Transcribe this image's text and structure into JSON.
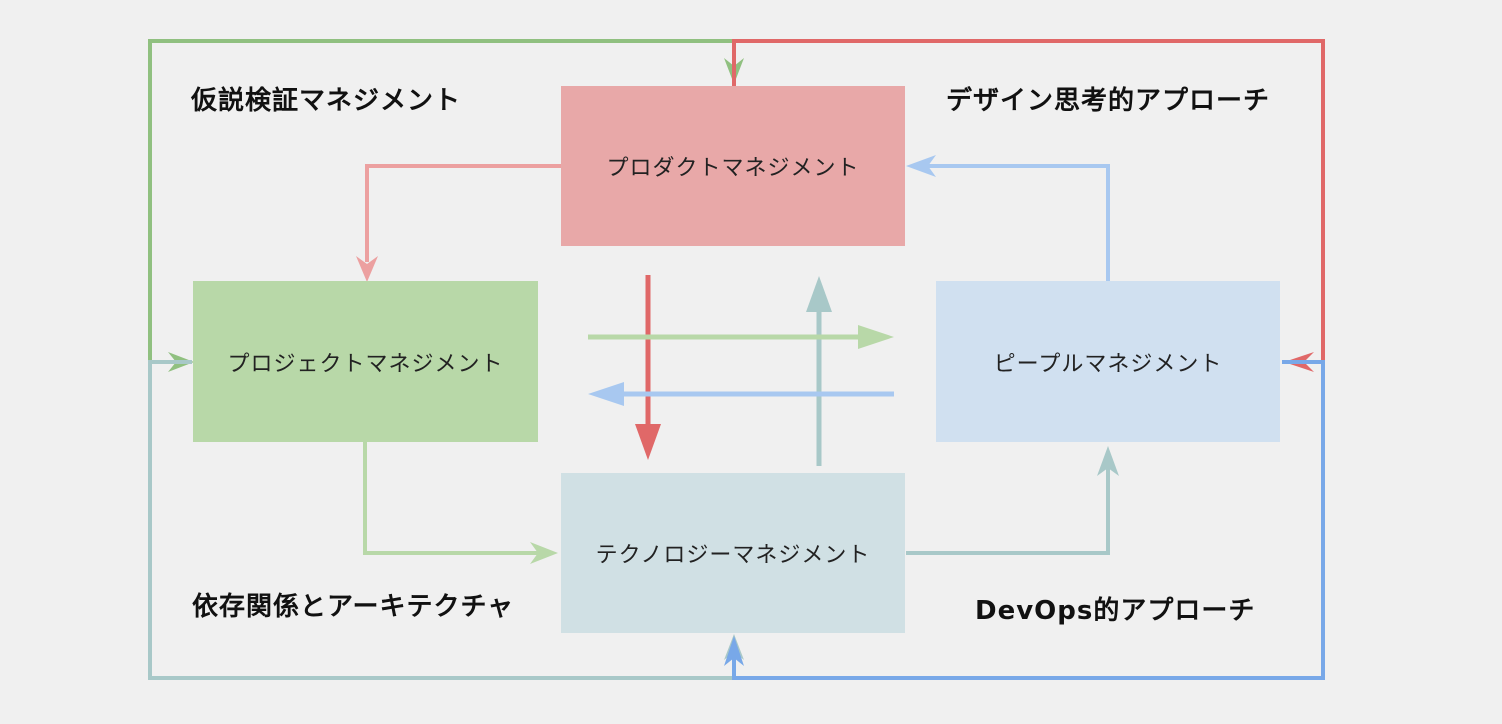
{
  "nodes": {
    "product": {
      "label": "プロダクトマネジメント",
      "color": "#e8a8a8"
    },
    "project": {
      "label": "プロジェクトマネジメント",
      "color": "#b8d8a8"
    },
    "people": {
      "label": "ピープルマネジメント",
      "color": "#d0e0f0"
    },
    "technology": {
      "label": "テクノロジーマネジメント",
      "color": "#d0e0e4"
    }
  },
  "corners": {
    "top_left": "仮説検証マネジメント",
    "top_right": "デザイン思考的アプローチ",
    "bottom_left": "依存関係とアーキテクチャ",
    "bottom_right": "DevOps的アプローチ"
  },
  "colors": {
    "green": "#90c080",
    "red": "#e06868",
    "teal": "#a8c8c8",
    "blue": "#78a8e8",
    "pink": "#eca0a0",
    "light_blue": "#a8c8f0",
    "light_green": "#b8d8a8",
    "background": "#f0f0f0"
  }
}
